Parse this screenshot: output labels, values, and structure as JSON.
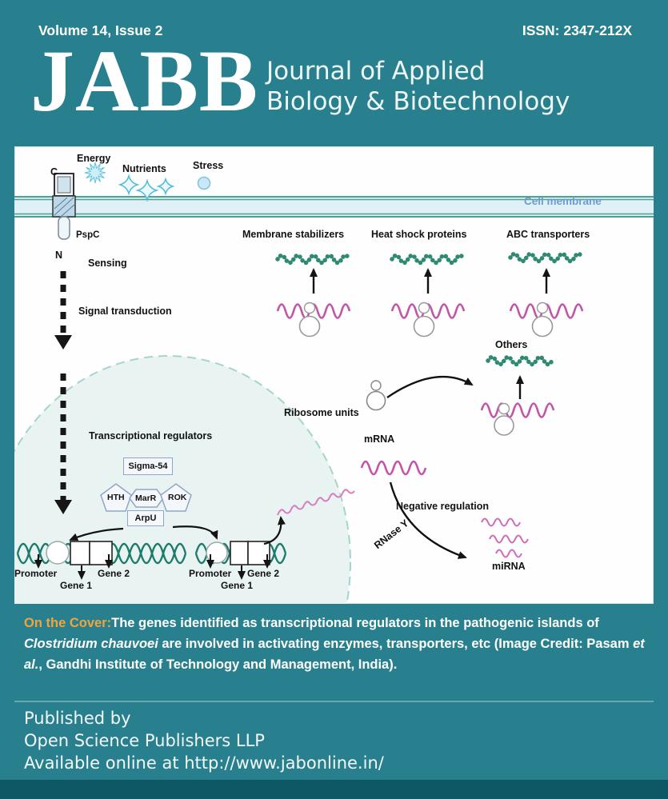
{
  "colors": {
    "background_teal": "#28808F",
    "footer_teal": "#0E5765",
    "accent_orange": "#F2A33C",
    "mrna_magenta": "#C355A8",
    "dna_teal": "#1D7B6C",
    "membrane_label_blue": "#6F9CCC"
  },
  "header": {
    "volume_issue": "Volume 14, Issue 2",
    "issn": "ISSN: 2347-212X"
  },
  "masthead": {
    "logo": "JABB",
    "title_line1": "Journal of Applied",
    "title_line2": "Biology & Biotechnology"
  },
  "figure": {
    "stimuli": {
      "energy": "Energy",
      "nutrients": "Nutrients",
      "stress": "Stress"
    },
    "membrane": {
      "label": "Cell membrane"
    },
    "sensor": {
      "c": "C",
      "n": "N",
      "name": "PspC",
      "sensing": "Sensing"
    },
    "signal": "Signal transduction",
    "regulators": {
      "title": "Transcriptional regulators",
      "sigma54": "Sigma-54",
      "hth": "HTH",
      "marr": "MarR",
      "rok": "ROK",
      "arpu": "ArpU"
    },
    "dna": {
      "promoter": "Promoter",
      "gene1": "Gene 1",
      "gene2": "Gene 2"
    },
    "outputs": {
      "membrane_stabilizers": "Membrane stabilizers",
      "heat_shock_proteins": "Heat shock proteins",
      "abc_transporters": "ABC transporters",
      "others": "Others"
    },
    "translation": {
      "ribosome_units": "Ribosome units",
      "mrna": "mRNA"
    },
    "regulation": {
      "negative": "Negative regulation",
      "rnase_y": "RNase Y",
      "mirna": "miRNA"
    }
  },
  "cover_note": {
    "label": "On the Cover:",
    "segment1": "The genes identified as transcriptional regulators in the pathogenic islands of ",
    "species": "Clostridium chauvoei",
    "segment2": " are involved in activating enzymes, transporters, etc (Image Credit: Pasam ",
    "et_al": "et al.",
    "segment3": ", Gandhi Institute of Technology and Management, India)."
  },
  "publisher": {
    "line1": "Published by",
    "line2": "Open Science Publishers LLP",
    "line3": "Available online at http://www.jabonline.in/"
  }
}
